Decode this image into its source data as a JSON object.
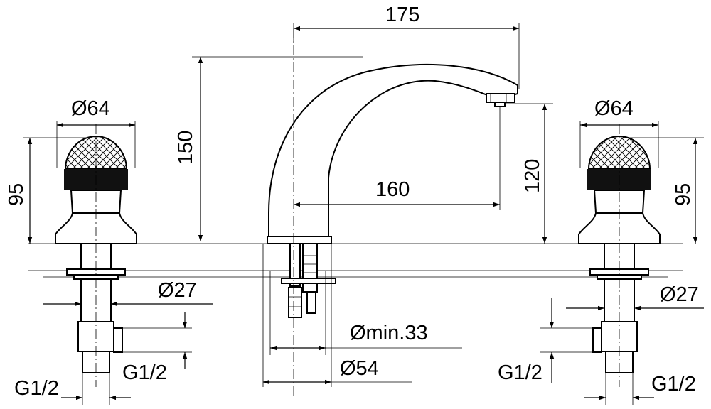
{
  "drawing": {
    "spout": {
      "reach_label": "175",
      "height_label": "150",
      "inner_reach_label": "160",
      "outlet_height_label": "120",
      "hole_min_label": "Ømin.33",
      "base_diameter_label": "Ø54"
    },
    "left_handle": {
      "knob_diameter_label": "Ø64",
      "height_label": "95",
      "shank_diameter_label": "Ø27",
      "inlet_thread_label": "G1/2",
      "outlet_thread_label": "G1/2"
    },
    "right_handle": {
      "knob_diameter_label": "Ø64",
      "height_label": "95",
      "shank_diameter_label": "Ø27",
      "inlet_thread_label": "G1/2",
      "outlet_thread_label": "G1/2"
    }
  }
}
